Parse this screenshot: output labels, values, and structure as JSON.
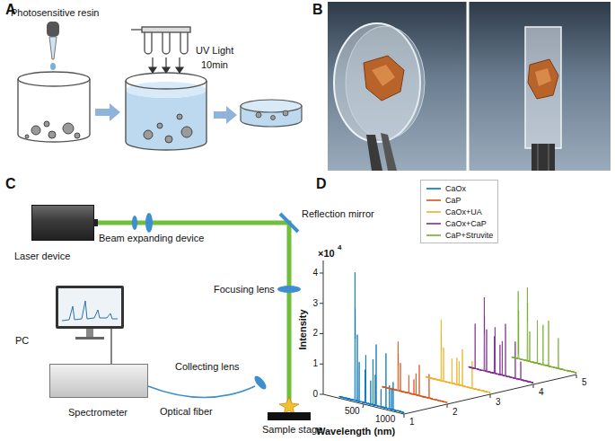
{
  "diagram": {
    "nodes": [
      {
        "text": [
          "Laser device"
        ]
      },
      {
        "text": [
          "PC"
        ]
      },
      {
        "text": [
          "Spectrometer"
        ]
      }
    ],
    "edges": [
      {
        "from": 1,
        "to": 2,
        "arrow": "none"
      }
    ],
    "labels": [
      "A",
      "Photosensitive resin",
      "UV Light",
      "10min",
      "B",
      "C",
      "Beam expanding device",
      "Reflection mirror",
      "Focusing lens",
      "Collecting lens",
      "Optical fiber",
      "Sample stage",
      "D",
      "×10",
      "4",
      "Intensity",
      "4",
      "3",
      "2",
      "1",
      "0",
      "500",
      "1000",
      "Wavelength (nm)",
      "1",
      "2",
      "3",
      "4",
      "5"
    ],
    "legend": [
      {
        "text": "CaOx",
        "color": "#0072bd"
      },
      {
        "text": "CaP",
        "color": "#d95319"
      },
      {
        "text": "CaOx+UA",
        "color": "#edb120"
      },
      {
        "text": "CaOx+CaP",
        "color": "#7e2f8e"
      },
      {
        "text": "CaP+Struvite",
        "color": "#77ac30"
      }
    ]
  }
}
